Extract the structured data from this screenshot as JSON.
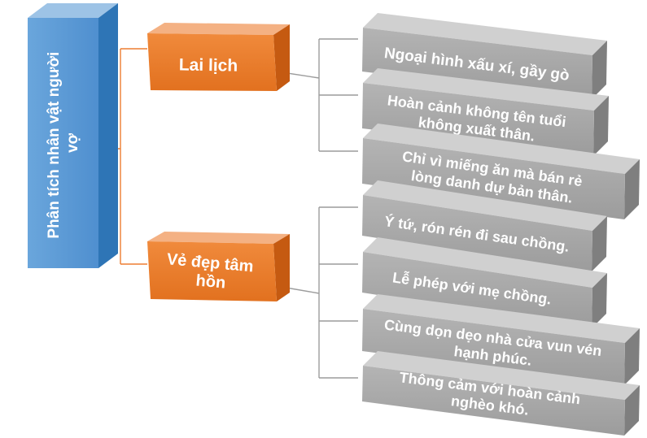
{
  "root": {
    "label": "Phân tích nhân vật người vợ",
    "color": "#5b9bd5"
  },
  "branches": [
    {
      "label": "Lai lịch",
      "color": "#ed7d31",
      "items": [
        "Ngoại hình xấu xí, gầy gò",
        "Hoàn cảnh không tên tuổi không xuất thân.",
        "Chỉ vì miếng ăn mà bán rẻ lòng danh dự bản thân."
      ]
    },
    {
      "label": "Vẻ đẹp tâm hồn",
      "color": "#ed7d31",
      "items": [
        "Ý tứ, rón rén đi sau chồng.",
        "Lễ phép với mẹ chồng.",
        "Cùng dọn dẹo nhà cửa vun vén hạnh phúc.",
        "Thông cảm với hoàn cảnh nghèo khó."
      ]
    }
  ],
  "leaf_color": "#a5a5a5"
}
